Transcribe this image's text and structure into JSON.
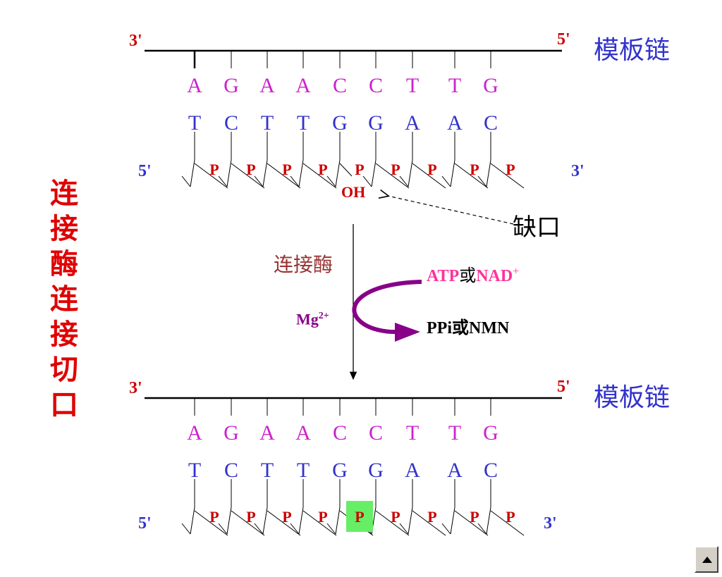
{
  "title_vertical": [
    "连",
    "接",
    "酶",
    "连",
    "接",
    "切",
    "口"
  ],
  "template_label": "模板链",
  "template_bases": [
    "A",
    "G",
    "A",
    "A",
    "C",
    "C",
    "T",
    "T",
    "G"
  ],
  "complement_bases": [
    "T",
    "C",
    "T",
    "T",
    "G",
    "G",
    "A",
    "A",
    "C"
  ],
  "phosphate": "P",
  "prime_3": "3'",
  "prime_5": "5'",
  "oh": "OH",
  "nick_label": "缺口",
  "enzyme_label": "连接酶",
  "cofactor_base": "Mg",
  "cofactor_sup": "2+",
  "atp": "ATP",
  "or_char": "或",
  "nad": "NAD",
  "nad_sup": "+",
  "products": "PPi或NMN",
  "colors": {
    "purple": "#cc22cc",
    "blue": "#3333cc",
    "red": "#cc0000",
    "dark_red": "#993333",
    "pink": "#ff3399",
    "arrow": "#880088",
    "highlight": "#66ee66"
  }
}
